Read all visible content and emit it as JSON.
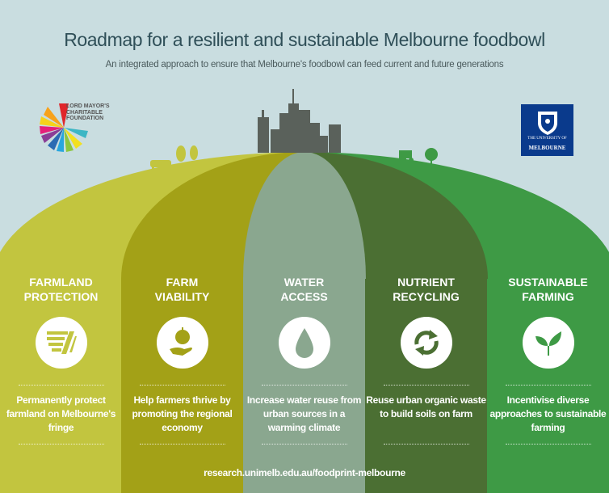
{
  "title": "Roadmap for a resilient and sustainable Melbourne foodbowl",
  "subtitle": "An integrated approach to ensure that Melbourne's foodbowl can feed current and future generations",
  "logos": {
    "left": "LORD MAYOR'S CHARITABLE FOUNDATION",
    "left_lines": [
      "LORD",
      "MAYOR'S",
      "CHARITABLE",
      "FOUNDATION"
    ],
    "right_line1": "THE UNIVERSITY OF",
    "right_line2": "MELBOURNE"
  },
  "colors": {
    "background": "#c9dde0",
    "farmland": "#c2c53f",
    "viability": "#a3a117",
    "water": "#8aa78f",
    "nutrient": "#4b6f33",
    "sustainable": "#3e9a45",
    "city": "#5a615b"
  },
  "pillars": [
    {
      "heading_1": "FARMLAND",
      "heading_2": "PROTECTION",
      "icon": "farmland-field-icon",
      "description": "Permanently protect farmland on Melbourne's fringe"
    },
    {
      "heading_1": "FARM",
      "heading_2": "VIABILITY",
      "icon": "apple-in-hand-icon",
      "description": "Help farmers thrive by promoting the regional economy"
    },
    {
      "heading_1": "WATER",
      "heading_2": "ACCESS",
      "icon": "water-drop-icon",
      "description": "Increase water reuse from urban sources in a warming climate"
    },
    {
      "heading_1": "NUTRIENT",
      "heading_2": "RECYCLING",
      "icon": "recycle-arrows-icon",
      "description": "Reuse urban organic waste to build soils on farm"
    },
    {
      "heading_1": "SUSTAINABLE",
      "heading_2": "FARMING",
      "icon": "seedling-icon",
      "description": "Incentivise diverse approaches to sustainable farming"
    }
  ],
  "footer_url": "research.unimelb.edu.au/foodprint-melbourne"
}
